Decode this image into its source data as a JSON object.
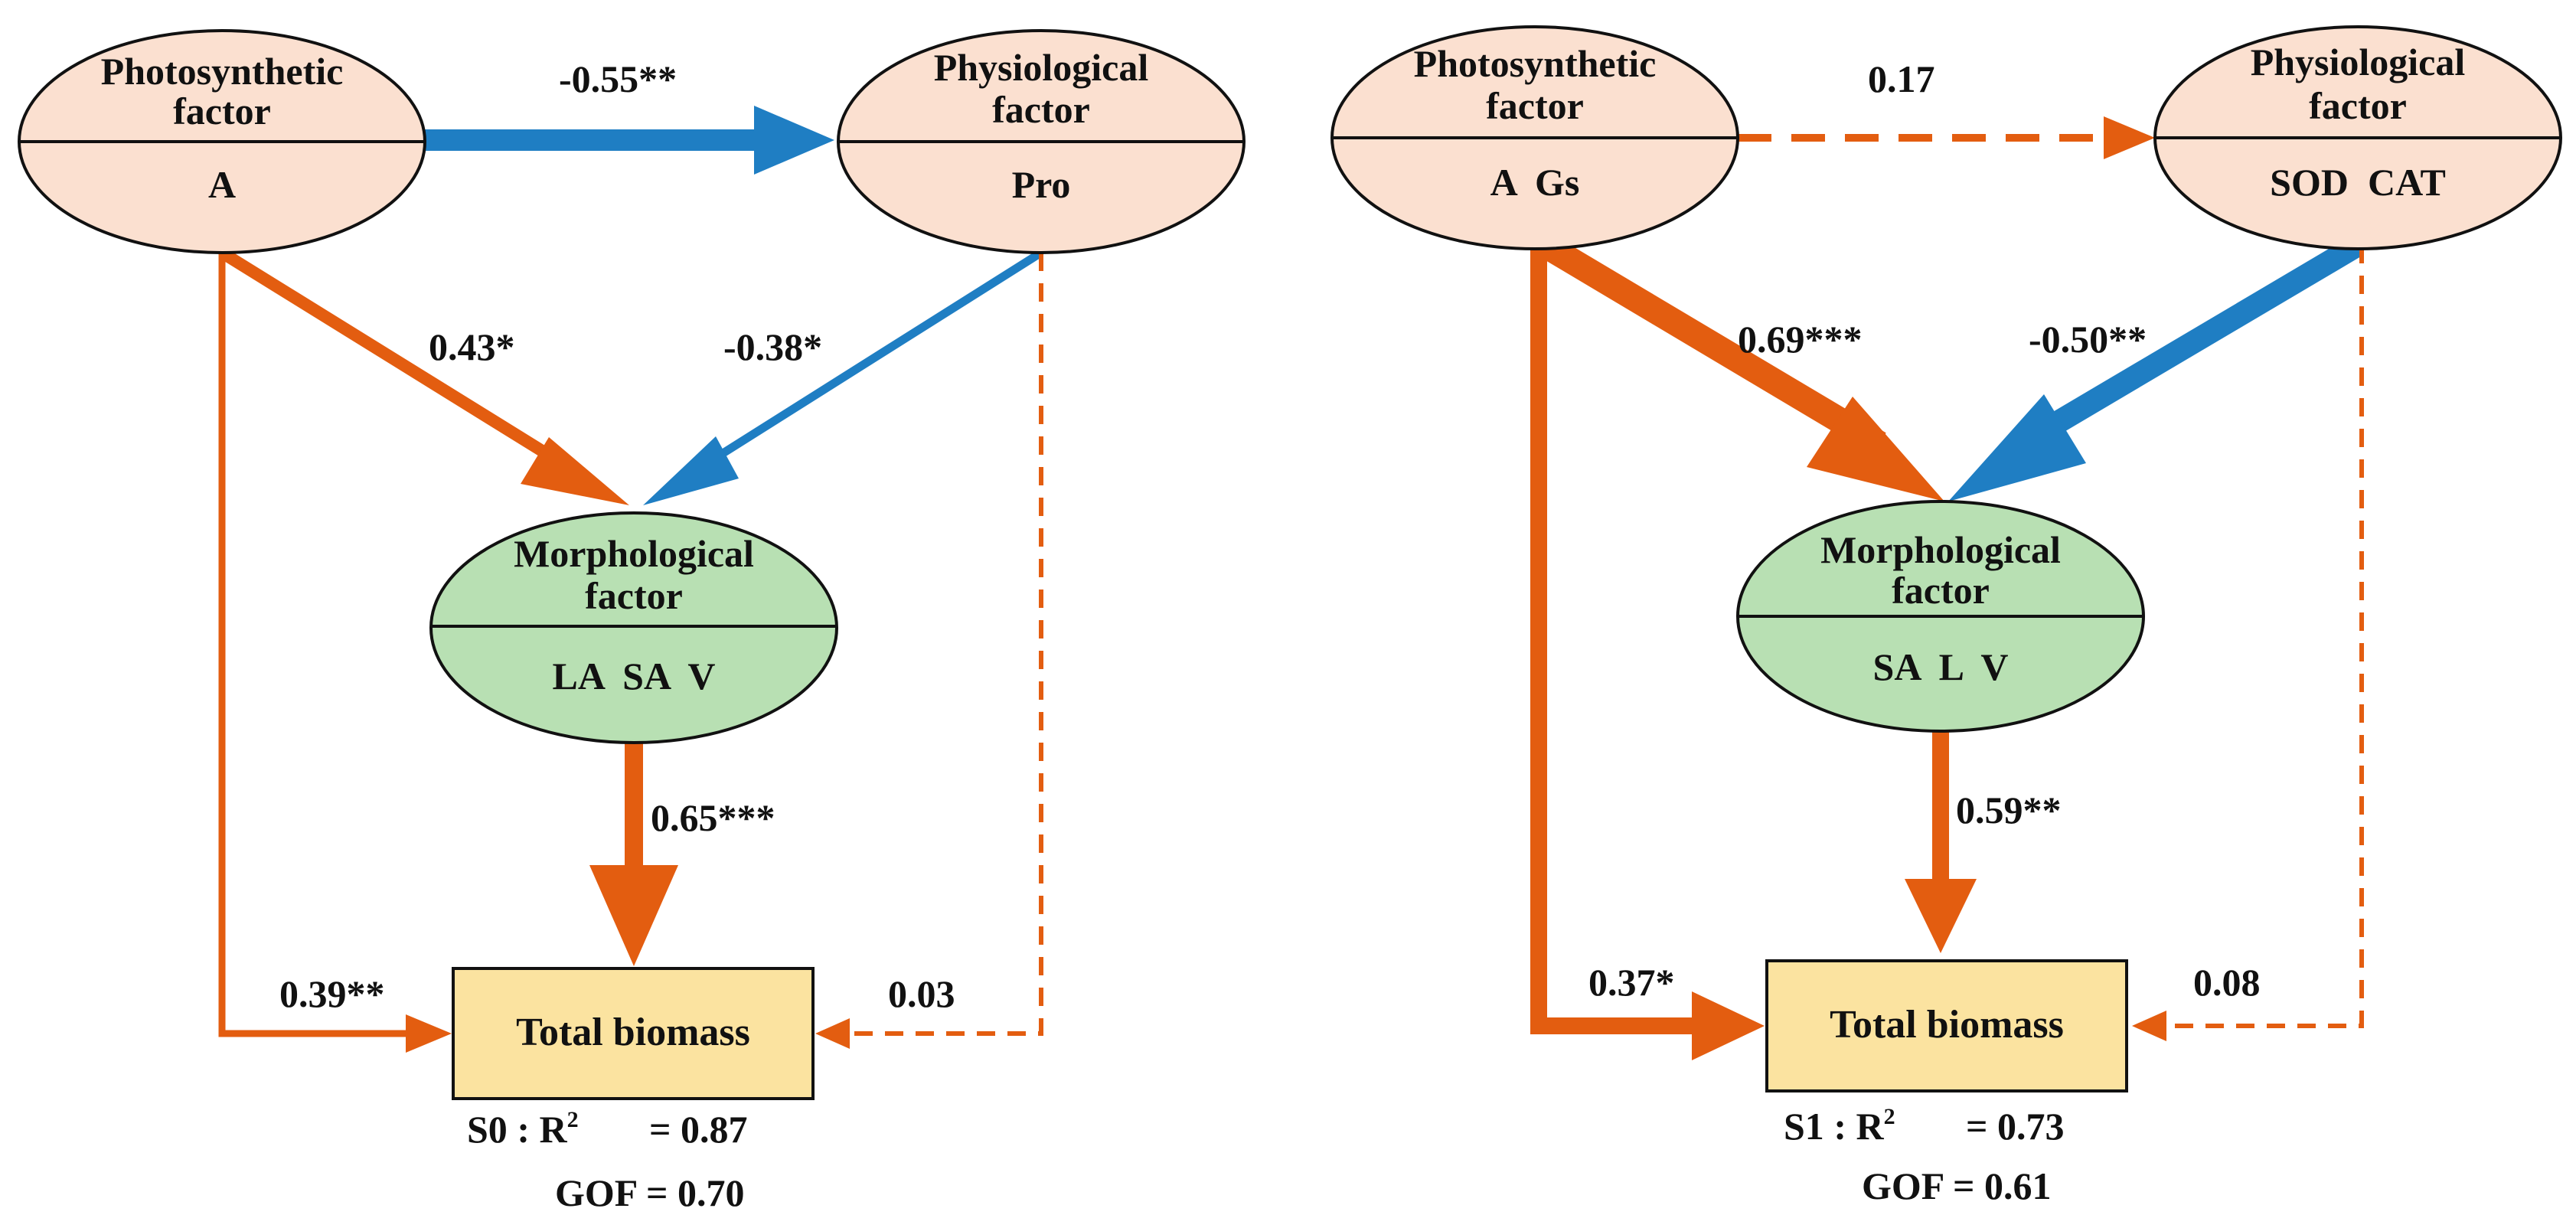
{
  "colors": {
    "positive": "#e35d10",
    "negative": "#1f7ec3",
    "node_fill": "#fbe0d0",
    "morph_fill": "#b8e0b3",
    "box_fill": "#fbe3a0",
    "stroke": "#111111"
  },
  "panels": [
    {
      "nodes": {
        "photosynthetic": {
          "title": [
            "Photosynthetic",
            "factor"
          ],
          "variables": "A"
        },
        "physiological": {
          "title": [
            "Physiological",
            "factor"
          ],
          "variables": "Pro"
        },
        "morphological": {
          "title": [
            "Morphological",
            "factor"
          ],
          "variables": "LA  SA  V"
        },
        "biomass": {
          "label": "Total biomass"
        }
      },
      "paths": [
        {
          "from": "Photosynthetic factor",
          "to": "Physiological factor",
          "label": "-0.55**",
          "sign": "negative",
          "style": "solid"
        },
        {
          "from": "Photosynthetic factor",
          "to": "Morphological factor",
          "label": "0.43*",
          "sign": "positive",
          "style": "solid"
        },
        {
          "from": "Physiological factor",
          "to": "Morphological factor",
          "label": "-0.38*",
          "sign": "negative",
          "style": "solid"
        },
        {
          "from": "Morphological factor",
          "to": "Total biomass",
          "label": "0.65***",
          "sign": "positive",
          "style": "solid"
        },
        {
          "from": "Photosynthetic factor",
          "to": "Total biomass",
          "label": "0.39**",
          "sign": "positive",
          "style": "solid"
        },
        {
          "from": "Physiological factor",
          "to": "Total biomass",
          "label": "0.03",
          "sign": "positive",
          "style": "dashed"
        }
      ],
      "fit": {
        "group": "S0",
        "r2_label": "R",
        "r2_sup": "2",
        "r2_value": "= 0.87",
        "gof": "GOF = 0.70"
      }
    },
    {
      "nodes": {
        "photosynthetic": {
          "title": [
            "Photosynthetic",
            "factor"
          ],
          "variables": "A  Gs"
        },
        "physiological": {
          "title": [
            "Physiological",
            "factor"
          ],
          "variables": "SOD  CAT"
        },
        "morphological": {
          "title": [
            "Morphological",
            "factor"
          ],
          "variables": "SA  L  V"
        },
        "biomass": {
          "label": "Total biomass"
        }
      },
      "paths": [
        {
          "from": "Photosynthetic factor",
          "to": "Physiological factor",
          "label": "0.17",
          "sign": "positive",
          "style": "dashed"
        },
        {
          "from": "Photosynthetic factor",
          "to": "Morphological factor",
          "label": "0.69***",
          "sign": "positive",
          "style": "solid"
        },
        {
          "from": "Physiological factor",
          "to": "Morphological factor",
          "label": "-0.50**",
          "sign": "negative",
          "style": "solid"
        },
        {
          "from": "Morphological factor",
          "to": "Total biomass",
          "label": "0.59**",
          "sign": "positive",
          "style": "solid"
        },
        {
          "from": "Photosynthetic factor",
          "to": "Total biomass",
          "label": "0.37*",
          "sign": "positive",
          "style": "solid"
        },
        {
          "from": "Physiological factor",
          "to": "Total biomass",
          "label": "0.08",
          "sign": "positive",
          "style": "dashed"
        }
      ],
      "fit": {
        "group": "S1",
        "r2_label": "R",
        "r2_sup": "2",
        "r2_value": "= 0.73",
        "gof": "GOF = 0.61"
      }
    }
  ]
}
